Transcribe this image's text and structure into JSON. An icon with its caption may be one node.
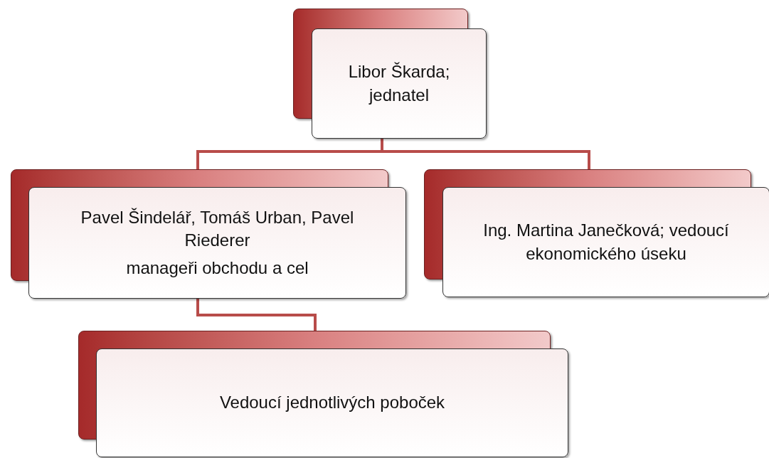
{
  "diagram": {
    "nodes": [
      {
        "text": [
          "Libor Škarda; jednatel"
        ]
      },
      {
        "text": [
          "Pavel Šindelář, Tomáš Urban, Pavel Riederer",
          "manageři obchodu a cel"
        ]
      },
      {
        "text": [
          "Ing. Martina Janečková; vedoucí ekonomického úseku"
        ]
      },
      {
        "text": [
          "Vedoucí jednotlivých poboček"
        ]
      }
    ],
    "edges": [
      {
        "from": 0,
        "to": 1,
        "arrow": "none"
      },
      {
        "from": 0,
        "to": 2,
        "arrow": "none"
      },
      {
        "from": 1,
        "to": 3,
        "arrow": "none"
      }
    ]
  }
}
